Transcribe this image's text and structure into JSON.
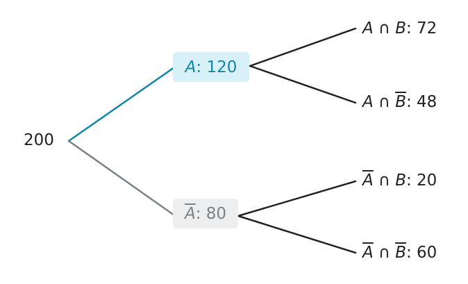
{
  "root": {
    "value": "200"
  },
  "branch_a": {
    "var": "A",
    "sep": ":",
    "value": "120",
    "color": "#0f86a8",
    "bg": "#d8f0f8"
  },
  "branch_not_a": {
    "var": "A",
    "sep": ":",
    "value": "80",
    "color": "#7a8288",
    "bg": "#eceeef"
  },
  "leaves": [
    {
      "left": "A",
      "op": "∩",
      "right": "B",
      "left_bar": false,
      "right_bar": false,
      "value": "72"
    },
    {
      "left": "A",
      "op": "∩",
      "right": "B",
      "left_bar": false,
      "right_bar": true,
      "value": "48"
    },
    {
      "left": "A",
      "op": "∩",
      "right": "B",
      "left_bar": true,
      "right_bar": false,
      "value": "20"
    },
    {
      "left": "A",
      "op": "∩",
      "right": "B",
      "left_bar": true,
      "right_bar": true,
      "value": "60"
    }
  ],
  "leaf_sep": ":",
  "edge_color": "#222222"
}
